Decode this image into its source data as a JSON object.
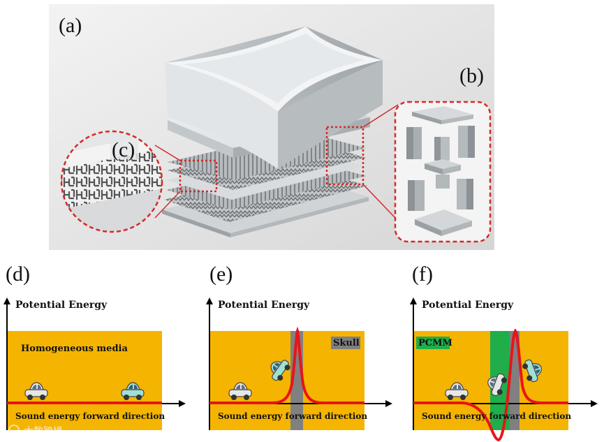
{
  "panels": {
    "a": "(a)",
    "b": "(b)",
    "c": "(c)",
    "d": "(d)",
    "e": "(e)",
    "f": "(f)"
  },
  "graphs": {
    "d": {
      "axis_title": "Potential Energy",
      "tag": "Homogeneous media",
      "direction": "Sound energy forward direction"
    },
    "e": {
      "axis_title": "Potential Energy",
      "tag": "Skull",
      "direction": "Sound energy forward direction"
    },
    "f": {
      "axis_title": "Potential Energy",
      "tag": "PCMM",
      "direction": "Sound energy forward direction"
    }
  },
  "colors": {
    "panel_bg": "#f5b400",
    "energy_line": "#e8141a",
    "skull_bar": "#808080",
    "pcmm_bar": "#1fae4a",
    "callout": "#d42a2a"
  },
  "icons": [
    "car-icon"
  ],
  "watermark": "大数跨境"
}
